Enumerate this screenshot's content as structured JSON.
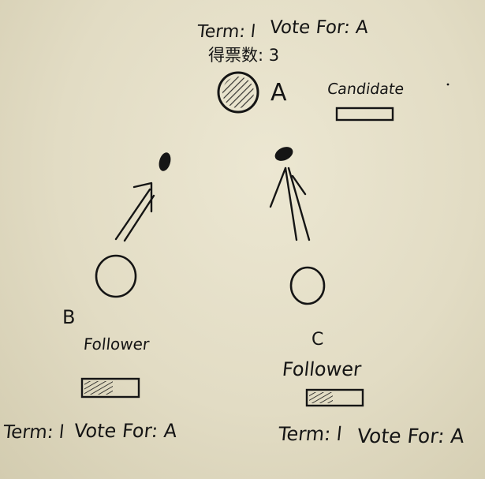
{
  "leader": {
    "term_label": "Term: l",
    "vote_label": "Vote For: A",
    "votes_label": "得票数: 3",
    "node_name": "A",
    "role_label": "Candidate"
  },
  "node_b": {
    "node_name": "B",
    "role_label": "Follower",
    "term_label": "Term: l",
    "vote_label": "Vote For: A"
  },
  "node_c": {
    "node_name": "C",
    "role_label": "Follower",
    "term_label": "Term: l",
    "vote_label": "Vote For: A"
  },
  "colors": {
    "paper": "#e2dcc3",
    "ink": "#151515"
  }
}
